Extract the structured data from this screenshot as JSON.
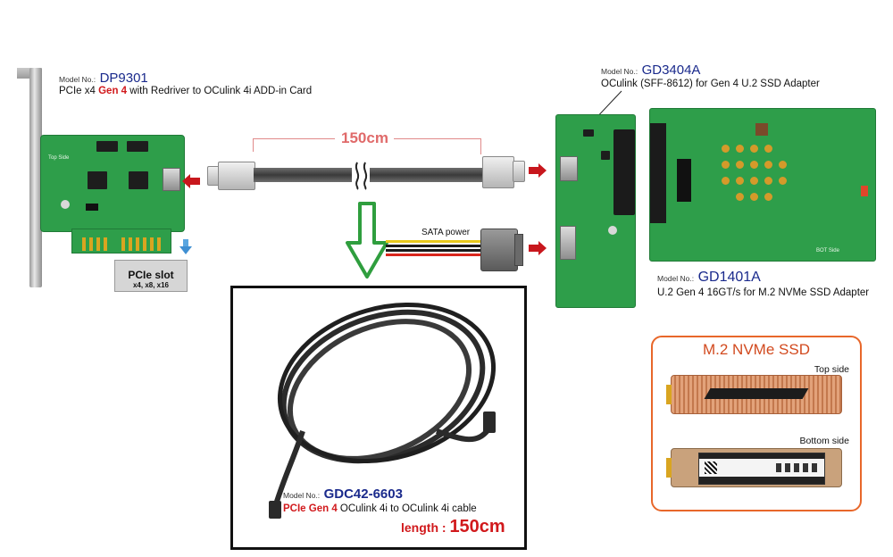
{
  "model_prefix": "Model No.:",
  "dp9301": {
    "model": "DP9301",
    "desc_pre": "PCIe x4 ",
    "desc_gen": "Gen 4",
    "desc_post": " with Redriver to OCulink 4i ADD-in Card",
    "board_text": "Top Side"
  },
  "pcie_slot": {
    "name": "PCIe slot",
    "widths": "x4, x8, x16"
  },
  "cable_length_label": "150cm",
  "sata_label": "SATA power",
  "gd3404a": {
    "model": "GD3404A",
    "desc": "OCulink (SFF-8612) for Gen 4 U.2 SSD Adapter"
  },
  "gd1401a": {
    "model": "GD1401A",
    "desc": "U.2 Gen 4 16GT/s for M.2 NVMe SSD Adapter",
    "board_text": "BOT Side"
  },
  "gdc42": {
    "model": "GDC42-6603",
    "desc_gen": "PCIe Gen 4",
    "desc_post": " OCulink 4i to OCulink 4i cable",
    "length_label": "length : ",
    "length_value": "150cm"
  },
  "ssd": {
    "title": "M.2 NVMe SSD",
    "top_side": "Top side",
    "bottom_side": "Bottom side"
  },
  "colors": {
    "arrow_red": "#c8171d",
    "arrow_green": "#2f9e3e",
    "pcb_green": "#2e9e4a",
    "ssd_orange": "#e8672a"
  }
}
